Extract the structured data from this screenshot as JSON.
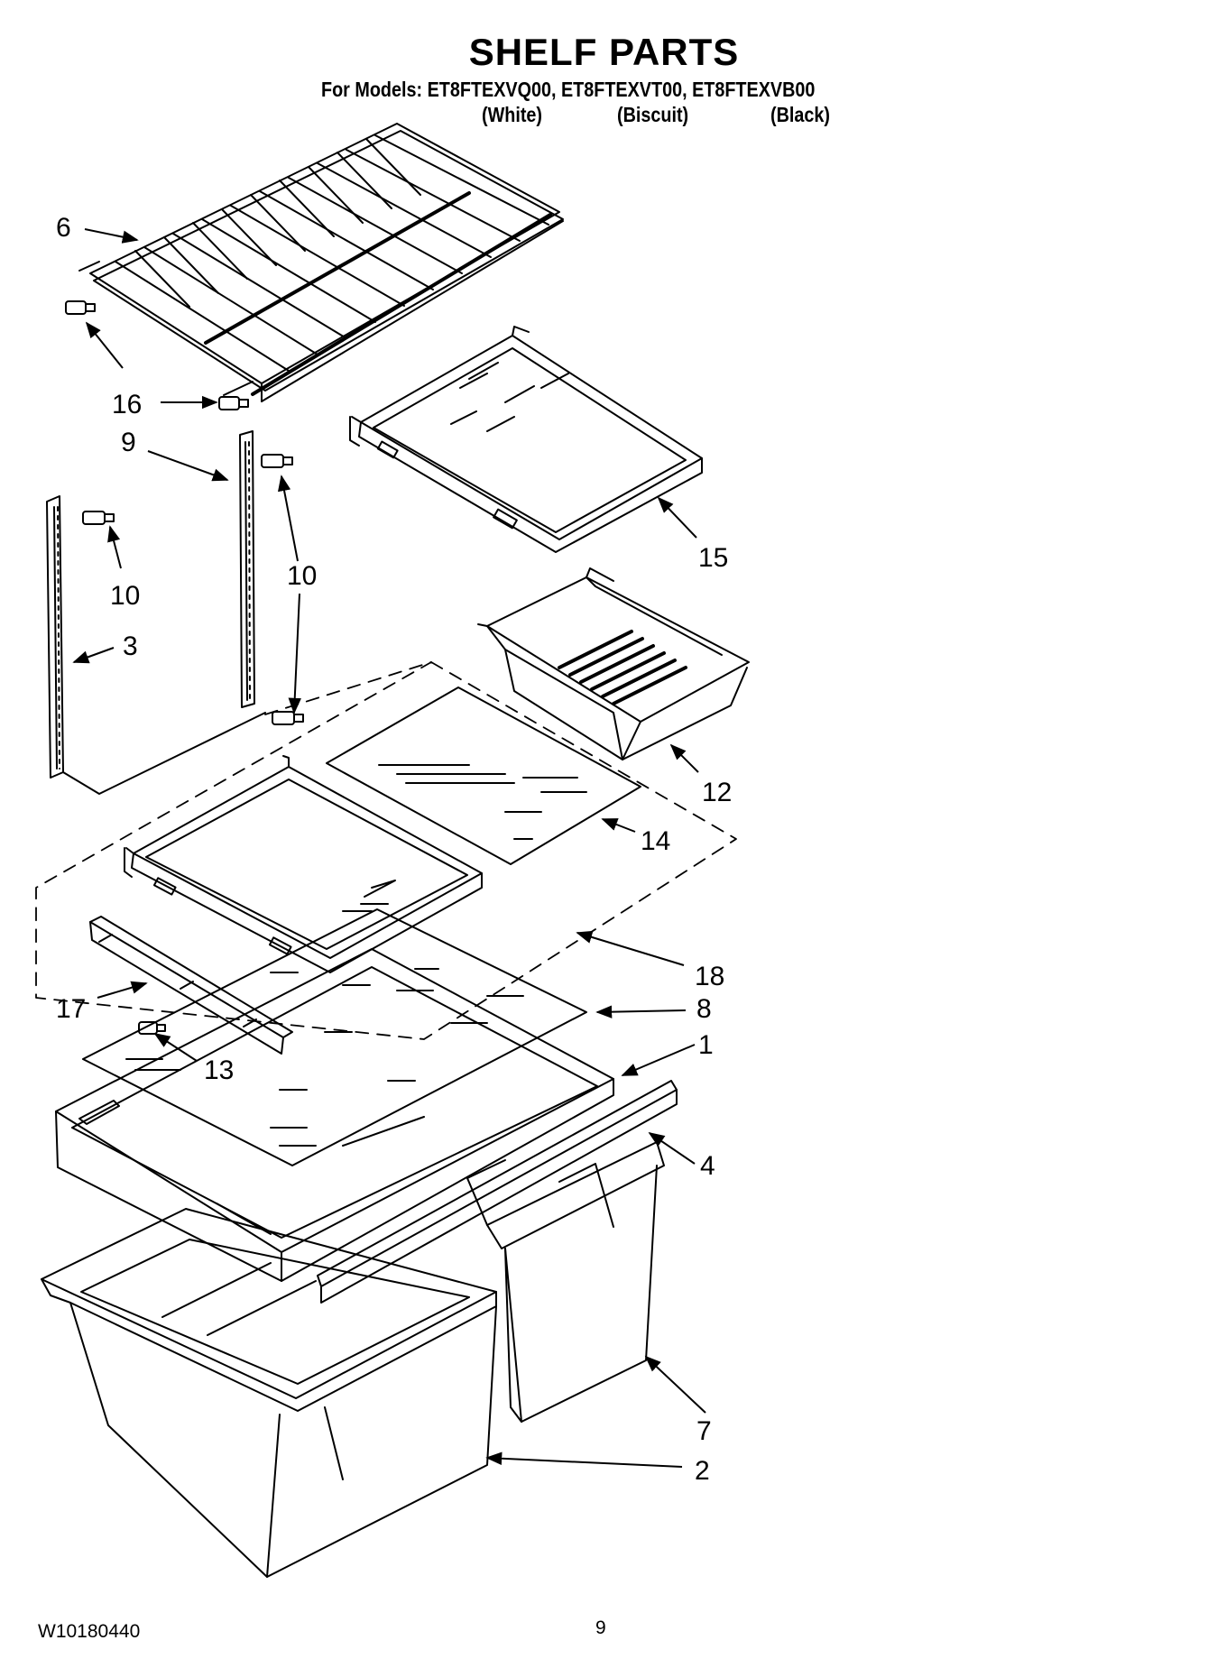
{
  "header": {
    "title": "SHELF PARTS",
    "models_line": "For Models: ET8FTEXVQ00, ET8FTEXVT00, ET8FTEXVB00",
    "variants": [
      "(White)",
      "(Biscuit)",
      "(Black)"
    ]
  },
  "callouts": {
    "c6": "6",
    "c16": "16",
    "c9": "9",
    "c10a": "10",
    "c10b": "10",
    "c3": "3",
    "c15": "15",
    "c12": "12",
    "c14": "14",
    "c18": "18",
    "c8": "8",
    "c17": "17",
    "c13": "13",
    "c1": "1",
    "c4": "4",
    "c7": "7",
    "c2": "2"
  },
  "footer": {
    "doc_number": "W10180440",
    "page_number": "9"
  },
  "colors": {
    "ink": "#000000",
    "paper": "#ffffff"
  }
}
